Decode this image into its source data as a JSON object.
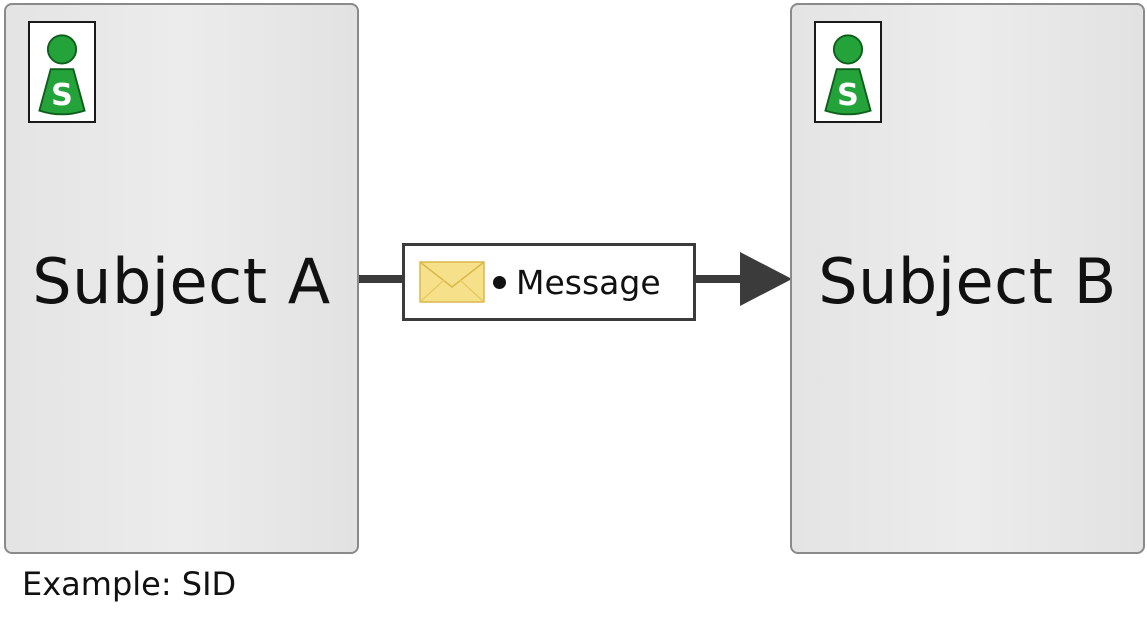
{
  "subjects": [
    {
      "label": "Subject A",
      "icon": "subject-s-icon",
      "icon_letter": "S"
    },
    {
      "label": "Subject B",
      "icon": "subject-s-icon",
      "icon_letter": "S"
    }
  ],
  "message": {
    "label": "Message",
    "icon": "envelope-icon"
  },
  "caption": "Example: SID",
  "colors": {
    "subject_fill": "#e8e8e8",
    "subject_border": "#8a8a8a",
    "icon_green": "#23a33a",
    "icon_green_dark": "#0f5e1b",
    "envelope_fill": "#f6e08a",
    "arrow": "#3b3b3b"
  }
}
